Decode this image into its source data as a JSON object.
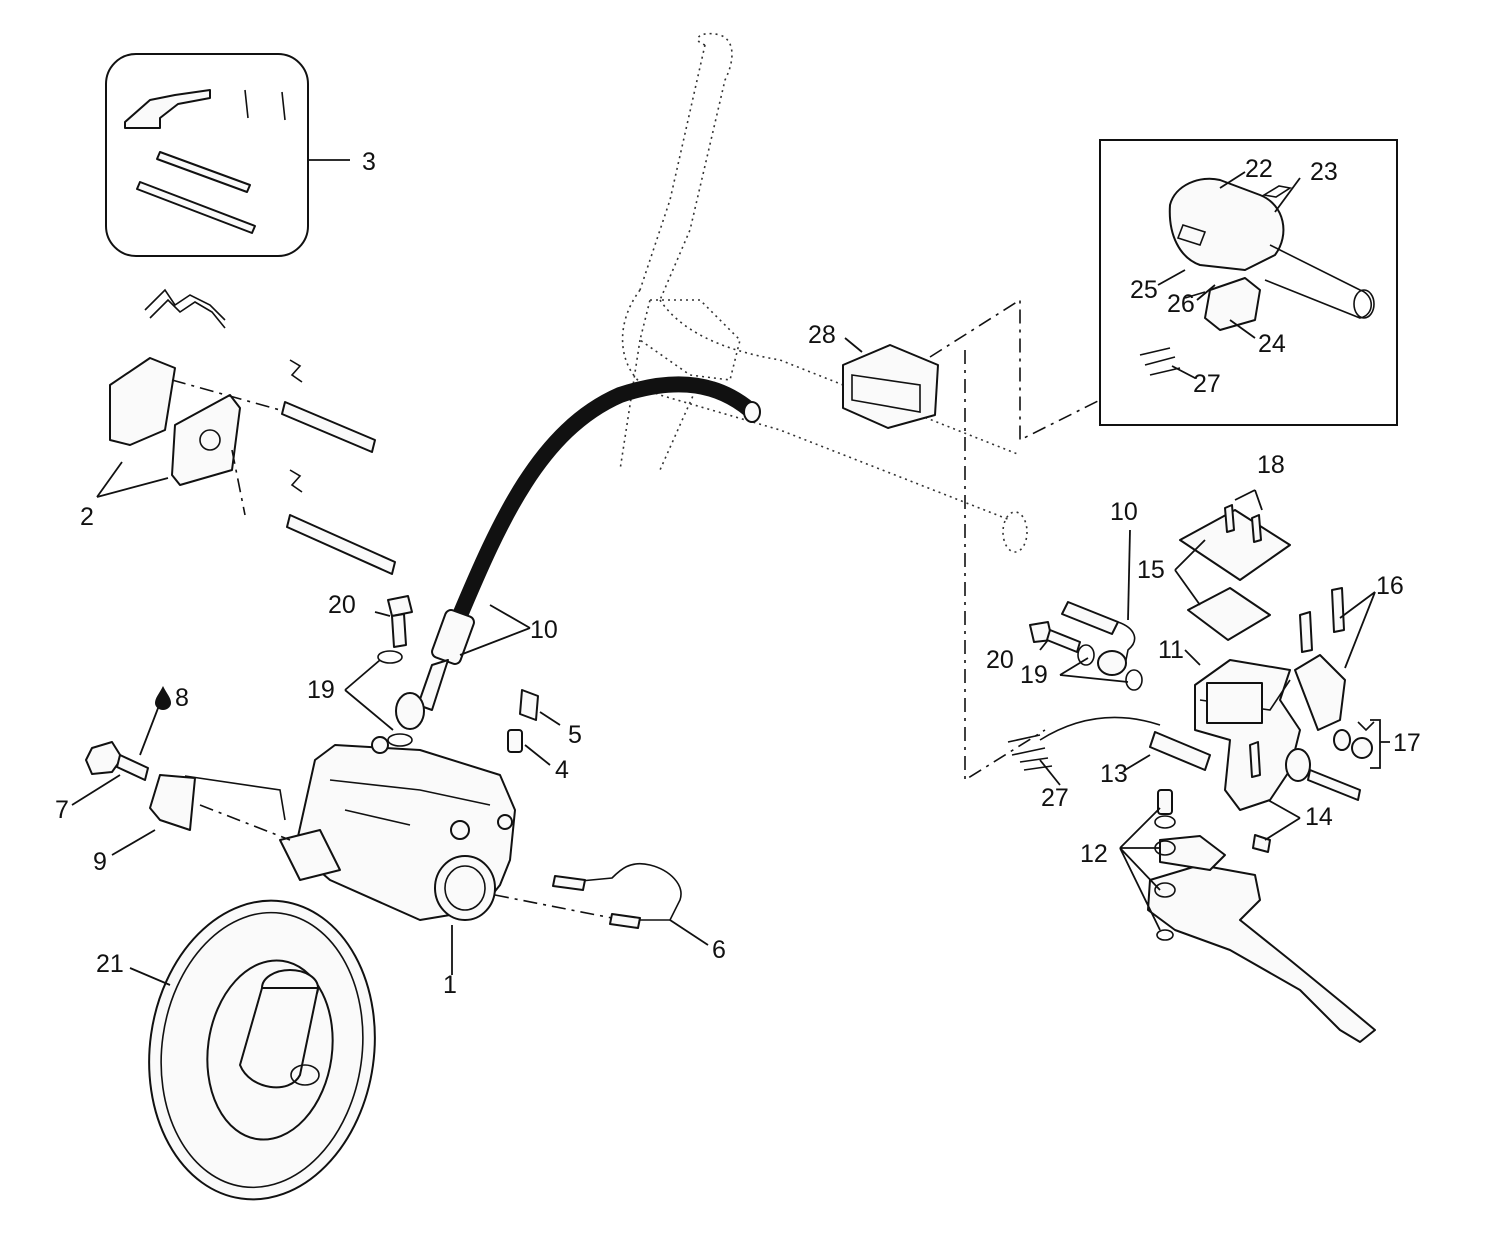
{
  "callouts": [
    {
      "id": "c1",
      "text": "1"
    },
    {
      "id": "c2",
      "text": "2"
    },
    {
      "id": "c3",
      "text": "3"
    },
    {
      "id": "c4",
      "text": "4"
    },
    {
      "id": "c5",
      "text": "5"
    },
    {
      "id": "c6",
      "text": "6"
    },
    {
      "id": "c7",
      "text": "7"
    },
    {
      "id": "c8",
      "text": "8"
    },
    {
      "id": "c9",
      "text": "9"
    },
    {
      "id": "c10a",
      "text": "10"
    },
    {
      "id": "c10b",
      "text": "10"
    },
    {
      "id": "c11",
      "text": "11"
    },
    {
      "id": "c12",
      "text": "12"
    },
    {
      "id": "c13",
      "text": "13"
    },
    {
      "id": "c14",
      "text": "14"
    },
    {
      "id": "c15",
      "text": "15"
    },
    {
      "id": "c16",
      "text": "16"
    },
    {
      "id": "c17",
      "text": "17"
    },
    {
      "id": "c18",
      "text": "18"
    },
    {
      "id": "c19a",
      "text": "19"
    },
    {
      "id": "c19b",
      "text": "19"
    },
    {
      "id": "c20a",
      "text": "20"
    },
    {
      "id": "c20b",
      "text": "20"
    },
    {
      "id": "c21",
      "text": "21"
    },
    {
      "id": "c22",
      "text": "22"
    },
    {
      "id": "c23",
      "text": "23"
    },
    {
      "id": "c24",
      "text": "24"
    },
    {
      "id": "c25",
      "text": "25"
    },
    {
      "id": "c26",
      "text": "26"
    },
    {
      "id": "c27a",
      "text": "27"
    },
    {
      "id": "c27b",
      "text": "27"
    },
    {
      "id": "c28",
      "text": "28"
    }
  ],
  "icons": {
    "fluid": "fluid-drop-icon",
    "lubricant": "lubricant-arrow-icon"
  }
}
